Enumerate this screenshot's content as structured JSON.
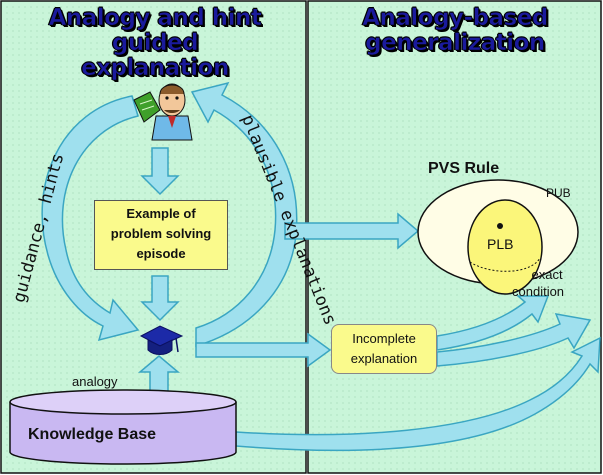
{
  "panels": {
    "left_title": [
      "Analogy and hint",
      "guided explanation"
    ],
    "right_title": [
      "Analogy-based",
      "generalization"
    ]
  },
  "labels": {
    "guidance_hints": "guidance, hints",
    "plausible_explanations": "plausible explanations",
    "example_box": [
      "Example of",
      "problem solving",
      "episode"
    ],
    "analogy": "analogy",
    "knowledge_base": "Knowledge Base",
    "pvs_rule": "PVS Rule",
    "pub": "PUB",
    "plb": "PLB",
    "exact_condition": [
      "exact",
      "condition"
    ],
    "incomplete_explanation": [
      "Incomplete",
      "explanation"
    ]
  },
  "colors": {
    "panel_bg": "#c9f5d9",
    "arrow_fill": "#9fe0ee",
    "arrow_stroke": "#3aa6c2",
    "box_fill": "#fafa8c",
    "ellipse_fill": "#fffde6",
    "inner_fill": "#fbf67a",
    "kb_fill": "#c9b8f2",
    "title_color": "#1a1a9c"
  },
  "icons": [
    "teacher-icon",
    "graduation-cap-icon",
    "database-cylinder-icon"
  ]
}
